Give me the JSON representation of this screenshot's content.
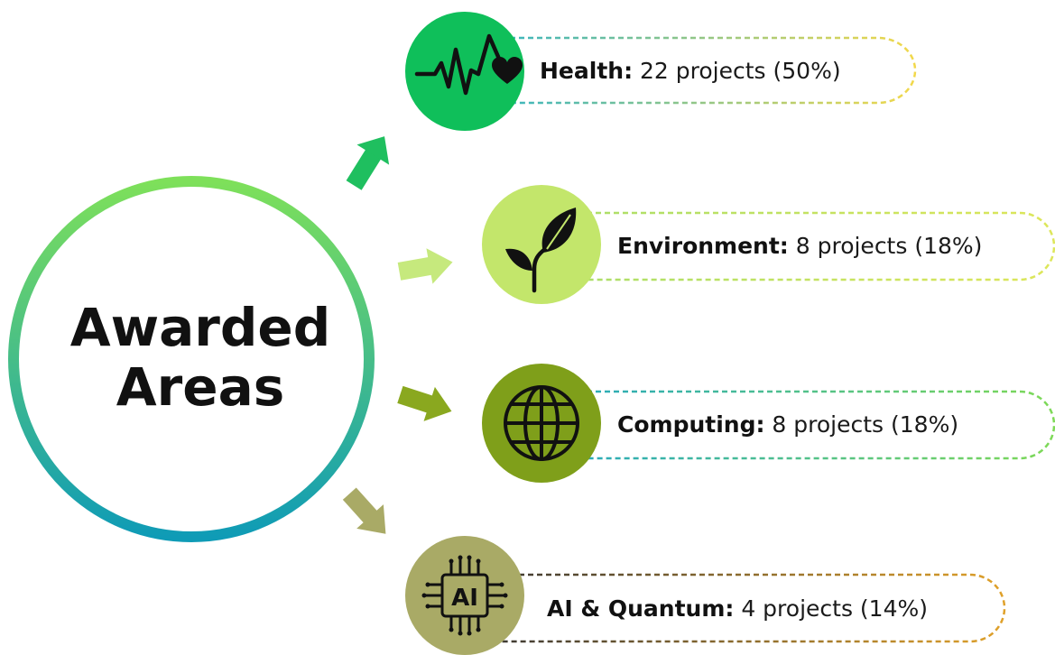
{
  "center": {
    "line1": "Awarded",
    "line2": "Areas"
  },
  "areas": [
    {
      "name": "Health:",
      "stat": " 22 projects (50%)",
      "icon": "heartbeat-heart-icon",
      "color": "#0fbf5a"
    },
    {
      "name": "Environment:",
      "stat": " 8 projects (18%)",
      "icon": "plant-leaf-icon",
      "color": "#c3e66b"
    },
    {
      "name": "Computing:",
      "stat": " 8 projects (18%)",
      "icon": "globe-icon",
      "color": "#7f9f1a"
    },
    {
      "name": "AI & Quantum:",
      "stat": " 4 projects (14%)",
      "icon": "ai-chip-icon",
      "color": "#a9aa66"
    }
  ]
}
